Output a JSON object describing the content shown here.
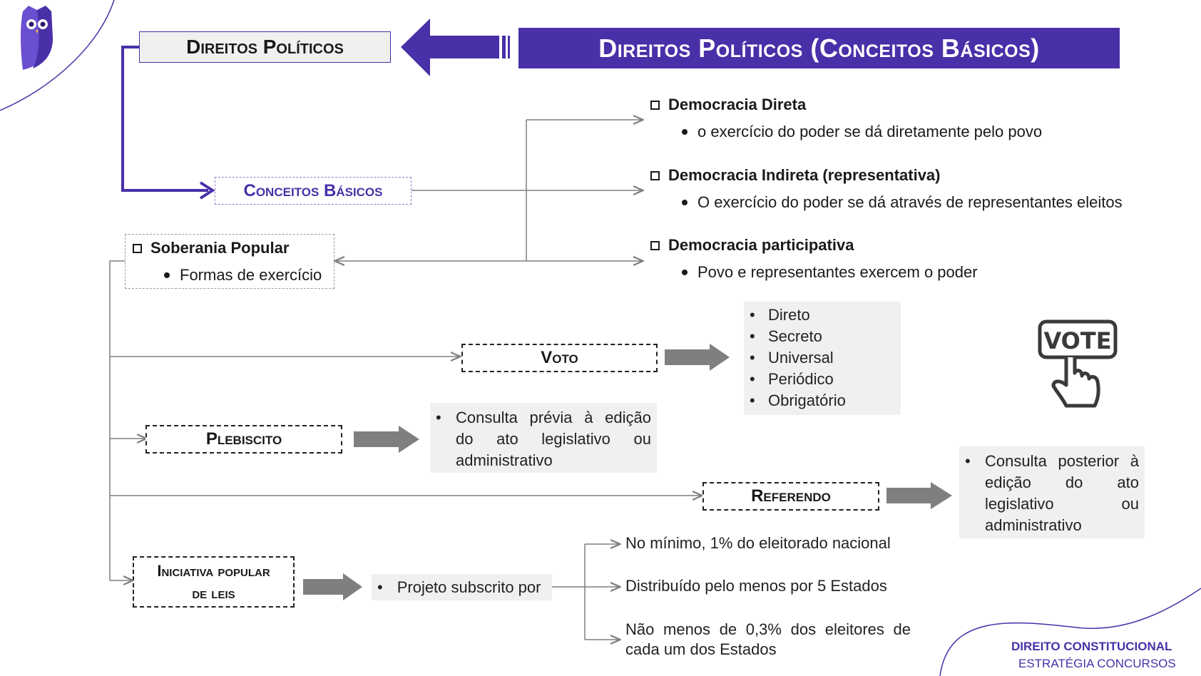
{
  "header": {
    "title": "Direitos Políticos (Conceitos Básicos)"
  },
  "root": {
    "label": "Direitos Políticos"
  },
  "conceitos": {
    "label": "Conceitos Básicos"
  },
  "democracy": [
    {
      "title": "Democracia Direta",
      "detail": "o exercício do poder se dá diretamente pelo povo"
    },
    {
      "title": "Democracia Indireta (representativa)",
      "detail": "O exercício do poder se dá através de representantes eleitos"
    },
    {
      "title": "Democracia participativa",
      "detail": "Povo e representantes exercem o poder"
    }
  ],
  "soberania": {
    "title": "Soberania Popular",
    "detail": "Formas de exercício"
  },
  "voto": {
    "label": "Voto",
    "traits": [
      "Direto",
      "Secreto",
      "Universal",
      "Periódico",
      "Obrigatório"
    ]
  },
  "plebiscito": {
    "label": "Plebiscito",
    "desc": [
      "Consulta prévia à edição",
      "do ato legislativo ou",
      "administrativo"
    ]
  },
  "referendo": {
    "label": "Referendo",
    "desc": [
      "Consulta posterior à",
      "edição do ato",
      "legislativo ou",
      "administrativo"
    ]
  },
  "iniciativa": {
    "label_line1": "Iniciativa popular",
    "label_line2": "de leis",
    "subscrito": "Projeto subscrito por",
    "requirements": [
      "No mínimo, 1% do eleitorado nacional",
      "Distribuído pelo menos por 5 Estados",
      "Não menos de 0,3% dos eleitores de",
      "cada um dos Estados"
    ]
  },
  "vote_icon": {
    "text": "VOTE",
    "icon": "vote-hand-icon"
  },
  "footer": {
    "title": "DIREITO CONSTITUCIONAL",
    "subtitle": "ESTRATÉGIA CONCURSOS"
  },
  "colors": {
    "brand": "#4930a8",
    "arrow_gray": "#7f7f7f",
    "panel_gray": "#f0f0f0"
  }
}
